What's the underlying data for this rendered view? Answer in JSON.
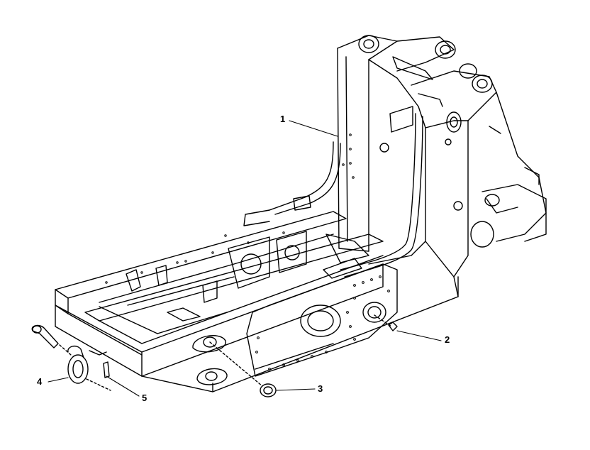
{
  "callouts": [
    {
      "number": "1"
    },
    {
      "number": "2"
    },
    {
      "number": "3"
    },
    {
      "number": "4"
    },
    {
      "number": "5"
    }
  ],
  "colors": {
    "line": "#000000",
    "background": "#ffffff"
  }
}
